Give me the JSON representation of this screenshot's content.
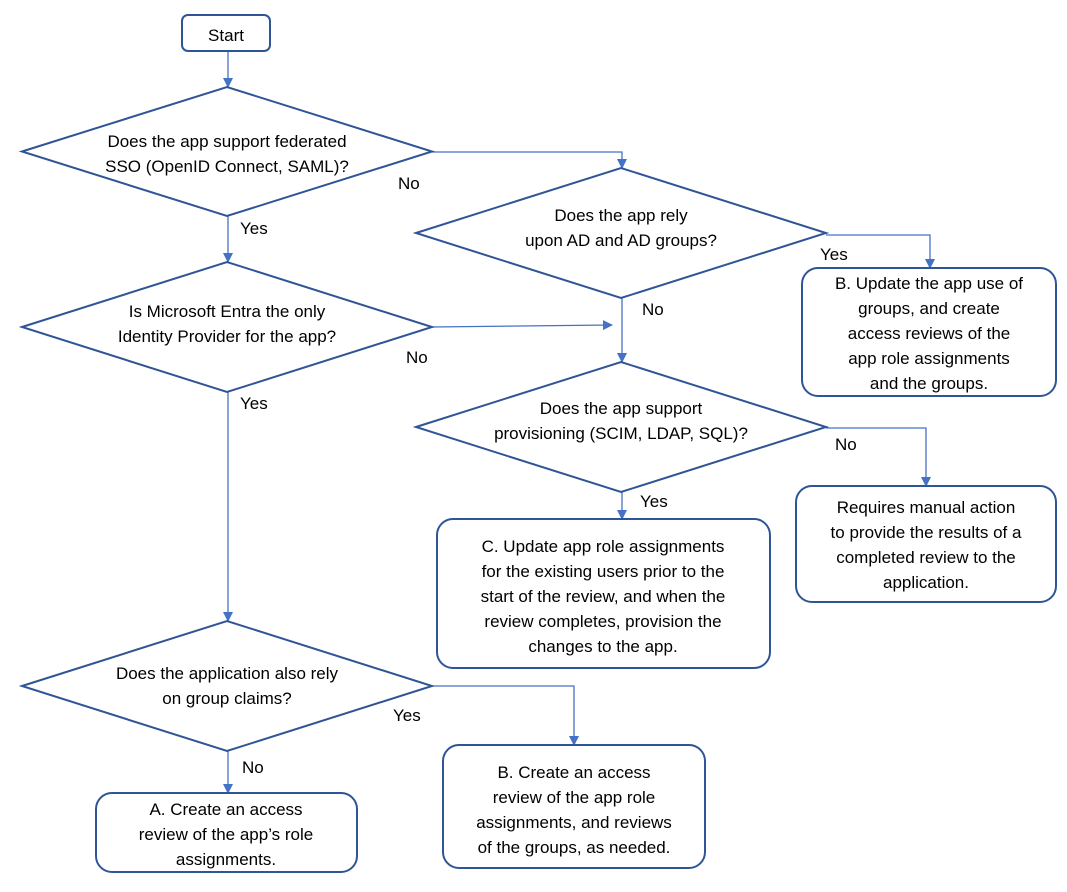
{
  "colors": {
    "shape_stroke": "#2f5597",
    "connector": "#4472c4"
  },
  "nodes": {
    "start": {
      "type": "terminal",
      "lines": [
        "Start"
      ]
    },
    "d1": {
      "type": "decision",
      "lines": [
        "Does the app support federated",
        "SSO (OpenID Connect, SAML)?"
      ]
    },
    "d2": {
      "type": "decision",
      "lines": [
        "Does the app rely",
        "upon AD and AD groups?"
      ]
    },
    "d3": {
      "type": "decision",
      "lines": [
        "Is Microsoft Entra the only",
        "Identity Provider for the app?"
      ]
    },
    "d4": {
      "type": "decision",
      "lines": [
        "Does the app support",
        "provisioning (SCIM, LDAP, SQL)?"
      ]
    },
    "d5": {
      "type": "decision",
      "lines": [
        "Does the application also rely",
        "on group claims?"
      ]
    },
    "b_groups": {
      "type": "outcome",
      "lines": [
        "B. Update the app use of",
        "groups, and create",
        "access reviews of the",
        "app role assignments",
        "and the groups."
      ]
    },
    "manual": {
      "type": "outcome",
      "lines": [
        "Requires manual action",
        "to provide the results of a",
        "completed review to the",
        "application."
      ]
    },
    "c": {
      "type": "outcome",
      "lines": [
        "C. Update app role assignments",
        "for the existing users prior to the",
        "start of the review, and when the",
        "review completes, provision the",
        "changes to the app."
      ]
    },
    "b_review": {
      "type": "outcome",
      "lines": [
        "B. Create an access",
        "review of the app role",
        "assignments, and reviews",
        "of the groups, as needed."
      ]
    },
    "a": {
      "type": "outcome",
      "lines": [
        "A. Create an access",
        "review of the app’s role",
        "assignments."
      ]
    }
  },
  "edges": [
    {
      "id": "start-d1",
      "from": "start",
      "to": "d1",
      "label": ""
    },
    {
      "id": "d1-d2",
      "from": "d1",
      "to": "d2",
      "label": "No"
    },
    {
      "id": "d1-d3",
      "from": "d1",
      "to": "d3",
      "label": "Yes"
    },
    {
      "id": "d3-d2path",
      "from": "d3",
      "to": "d4",
      "label": "No"
    },
    {
      "id": "d2-bgroups",
      "from": "d2",
      "to": "b_groups",
      "label": "Yes"
    },
    {
      "id": "d2-d4",
      "from": "d2",
      "to": "d4",
      "label": "No"
    },
    {
      "id": "d4-manual",
      "from": "d4",
      "to": "manual",
      "label": "No"
    },
    {
      "id": "d4-c",
      "from": "d4",
      "to": "c",
      "label": "Yes"
    },
    {
      "id": "d3-d5",
      "from": "d3",
      "to": "d5",
      "label": "Yes"
    },
    {
      "id": "d5-breview",
      "from": "d5",
      "to": "b_review",
      "label": "Yes"
    },
    {
      "id": "d5-a",
      "from": "d5",
      "to": "a",
      "label": "No"
    }
  ]
}
